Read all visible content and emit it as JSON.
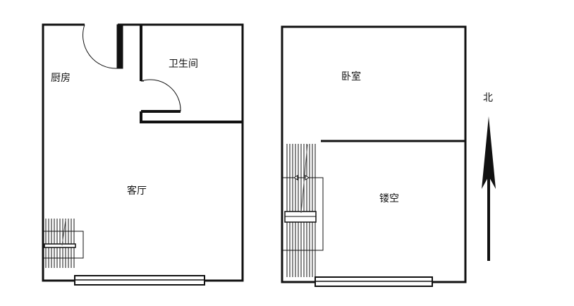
{
  "rooms": {
    "kitchen": "厨房",
    "bathroom": "卫生间",
    "living_room": "客厅",
    "bedroom": "卧室",
    "void": "镂空"
  },
  "compass": {
    "north_label": "北"
  }
}
